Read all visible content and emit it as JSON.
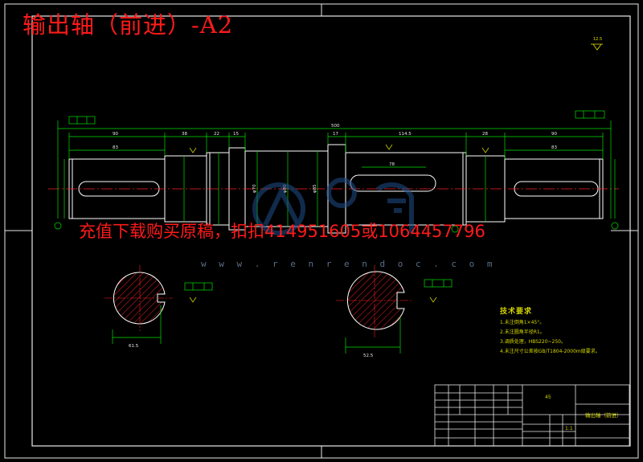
{
  "title": "输出轴（前进）-A2",
  "promo_text": "充值下载购买原稿，扣扣414951605或1064457796",
  "watermark_url": "w w w . r e n r e n d o c . c o m",
  "dimensions": {
    "total_length": "500",
    "seg1": "90",
    "seg1_sub": "83",
    "seg2": "38",
    "seg3": "22",
    "seg4": "15",
    "seg5": "17",
    "seg6": "114.5",
    "seg7": "28",
    "seg8": "90",
    "seg8_sub": "83",
    "keyway_len": "78",
    "dia_70": "φ70",
    "dia_80": "φ80",
    "dia_85": "φ85"
  },
  "material": "45",
  "part_name": "输出轴（前进）",
  "scale": "1:1",
  "tech_requirements": {
    "heading": "技术要求",
    "items": [
      "1.未注倒角1×45°。",
      "2.未注圆角半径R1。",
      "3.调质处理，HBS220~250。",
      "4.未注尺寸公差按GB/T1804-2000m级要求。"
    ]
  },
  "section_views": {
    "left_dim": "61.5",
    "right_dim": "52.5"
  },
  "colors": {
    "background": "#000000",
    "outline": "#ffffff",
    "dimension": "#00e000",
    "centerline": "#ff2020",
    "annotation": "#e0e000",
    "hatch": "#ff2020",
    "title_text": "#ff1a1a"
  }
}
